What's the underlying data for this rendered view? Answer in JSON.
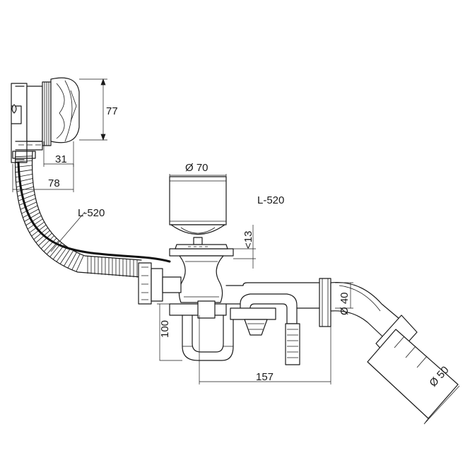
{
  "labels": {
    "overflow_height": "77",
    "overflow_depth": "31",
    "overflow_width": "78",
    "cable_length": "L-520",
    "drain_diameter": "Ø 70",
    "length_note": "L-520",
    "plug_lift": "<13",
    "trap_height": "100",
    "trap_length": "157",
    "outlet_diameter_40": "Ø 40",
    "outlet_diameter_50": "Ø 50"
  }
}
